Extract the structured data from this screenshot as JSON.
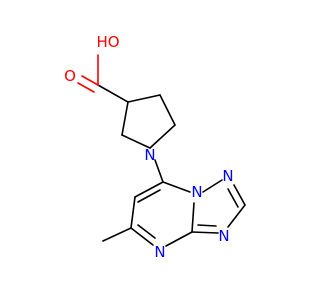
{
  "molecule": {
    "atoms": {
      "hydroxyl": "HO",
      "carbonyl_o": "O",
      "pyrrolidine_n": "N",
      "n_bridge": "N",
      "n_triazole_top": "N",
      "n_triazole_right": "N",
      "n_pyrimidine": "N"
    },
    "colors": {
      "bond": "#000000",
      "nitrogen": "#0000ff",
      "oxygen": "#ff0000"
    }
  }
}
